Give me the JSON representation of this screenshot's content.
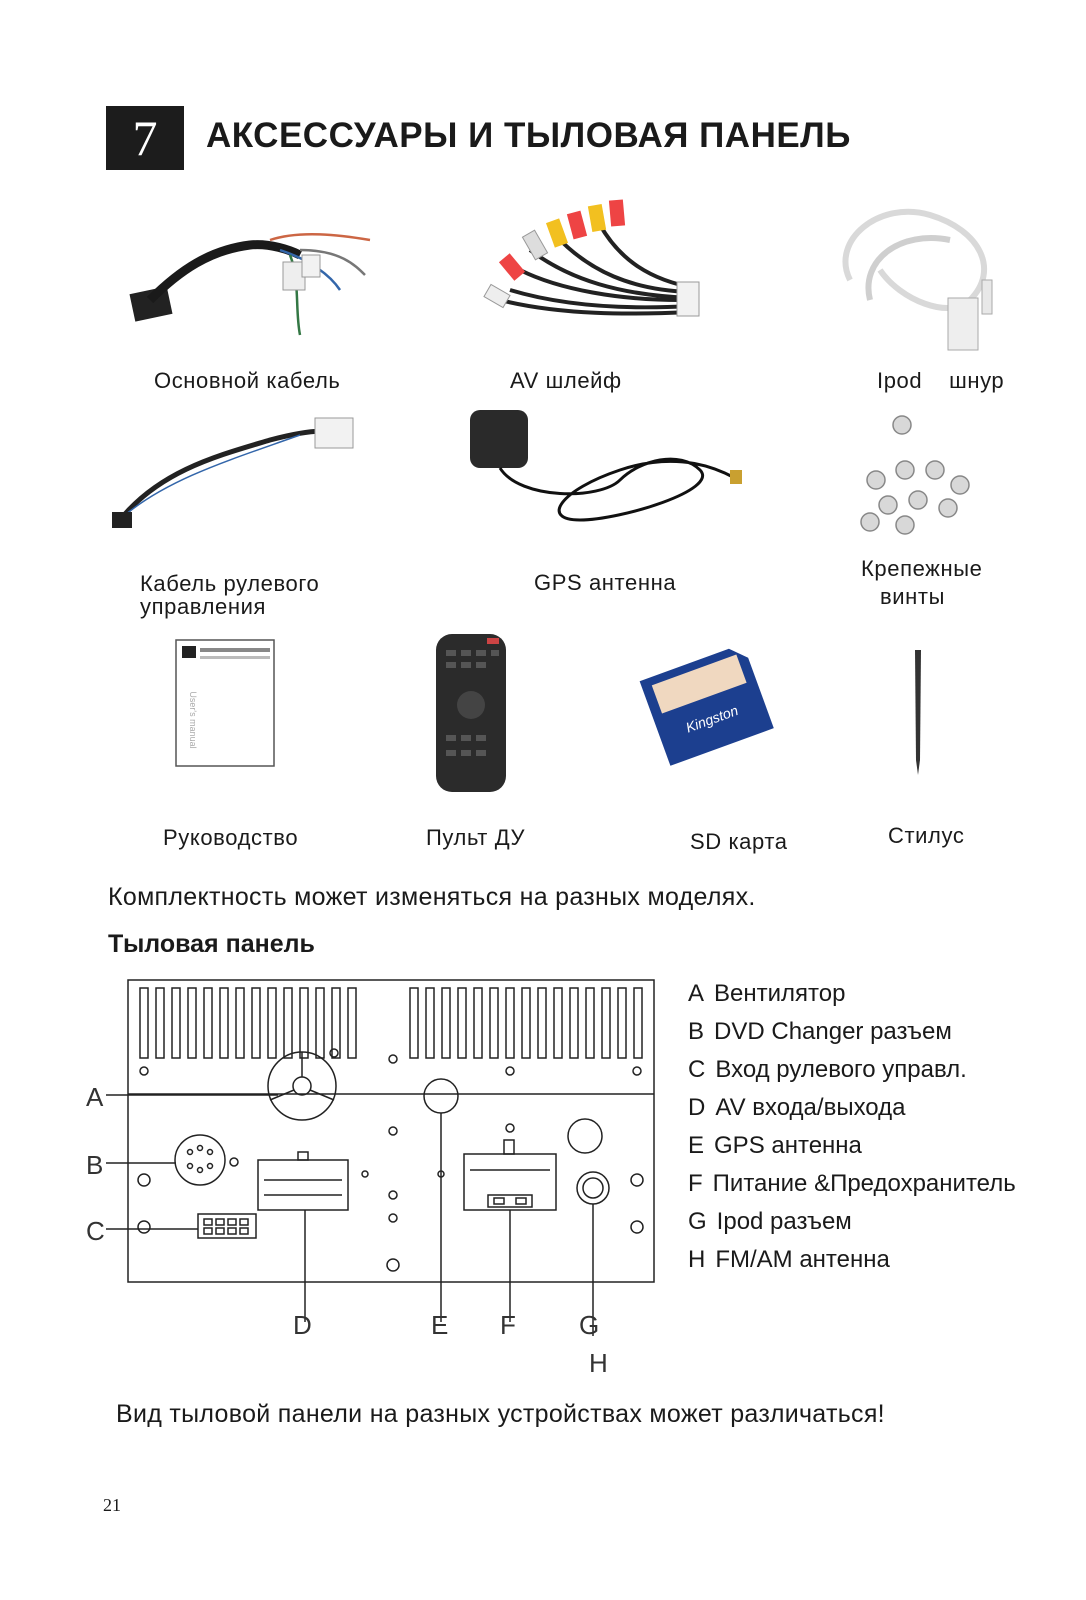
{
  "header": {
    "chapter_number": "7",
    "title": "АКСЕССУАРЫ И ТЫЛОВАЯ ПАНЕЛЬ"
  },
  "accessories": [
    {
      "label": "Основной кабель",
      "icon": "main-cable-photo"
    },
    {
      "label": "AV  шлейф",
      "icon": "av-cable-photo"
    },
    {
      "label": "Ipod    шнур",
      "icon": "ipod-cable-photo"
    },
    {
      "label_line1": "Кабель рулевого",
      "label_line2": "управления",
      "icon": "steering-cable-photo"
    },
    {
      "label": "GPS антенна",
      "icon": "gps-antenna-photo"
    },
    {
      "label_line1": "Крепежные",
      "label_line2": "винты",
      "icon": "screws-photo"
    },
    {
      "label": "Руководство",
      "icon": "manual-photo"
    },
    {
      "label": "Пульт ДУ",
      "icon": "remote-control-photo"
    },
    {
      "label": "SD карта",
      "icon": "sd-card-photo"
    },
    {
      "label": "Стилус",
      "icon": "stylus-photo"
    }
  ],
  "manual_cover": {
    "side_text": "User's manual",
    "brand": "Kingston"
  },
  "completeness_note": "Комплектность может изменяться на разных моделях.",
  "rear_panel": {
    "heading": "Тыловая панель",
    "letters": [
      "A",
      "B",
      "C",
      "D",
      "E",
      "F",
      "G",
      "H"
    ],
    "legend": [
      {
        "letter": "A",
        "text": "Вентилятор"
      },
      {
        "letter": "B",
        "text": "DVD Changer разъем"
      },
      {
        "letter": "C",
        "text": "Вход рулевого управл."
      },
      {
        "letter": "D",
        "text": "AV входа/выхода"
      },
      {
        "letter": "E",
        "text": "GPS антенна"
      },
      {
        "letter": "F",
        "text": "Питание &Предохранитель"
      },
      {
        "letter": "G",
        "text": "Ipod разъем"
      },
      {
        "letter": "H",
        "text": "FM/AM антенна"
      }
    ],
    "note": "Вид тыловой панели на разных устройствах может различаться!"
  },
  "page_number": "21"
}
